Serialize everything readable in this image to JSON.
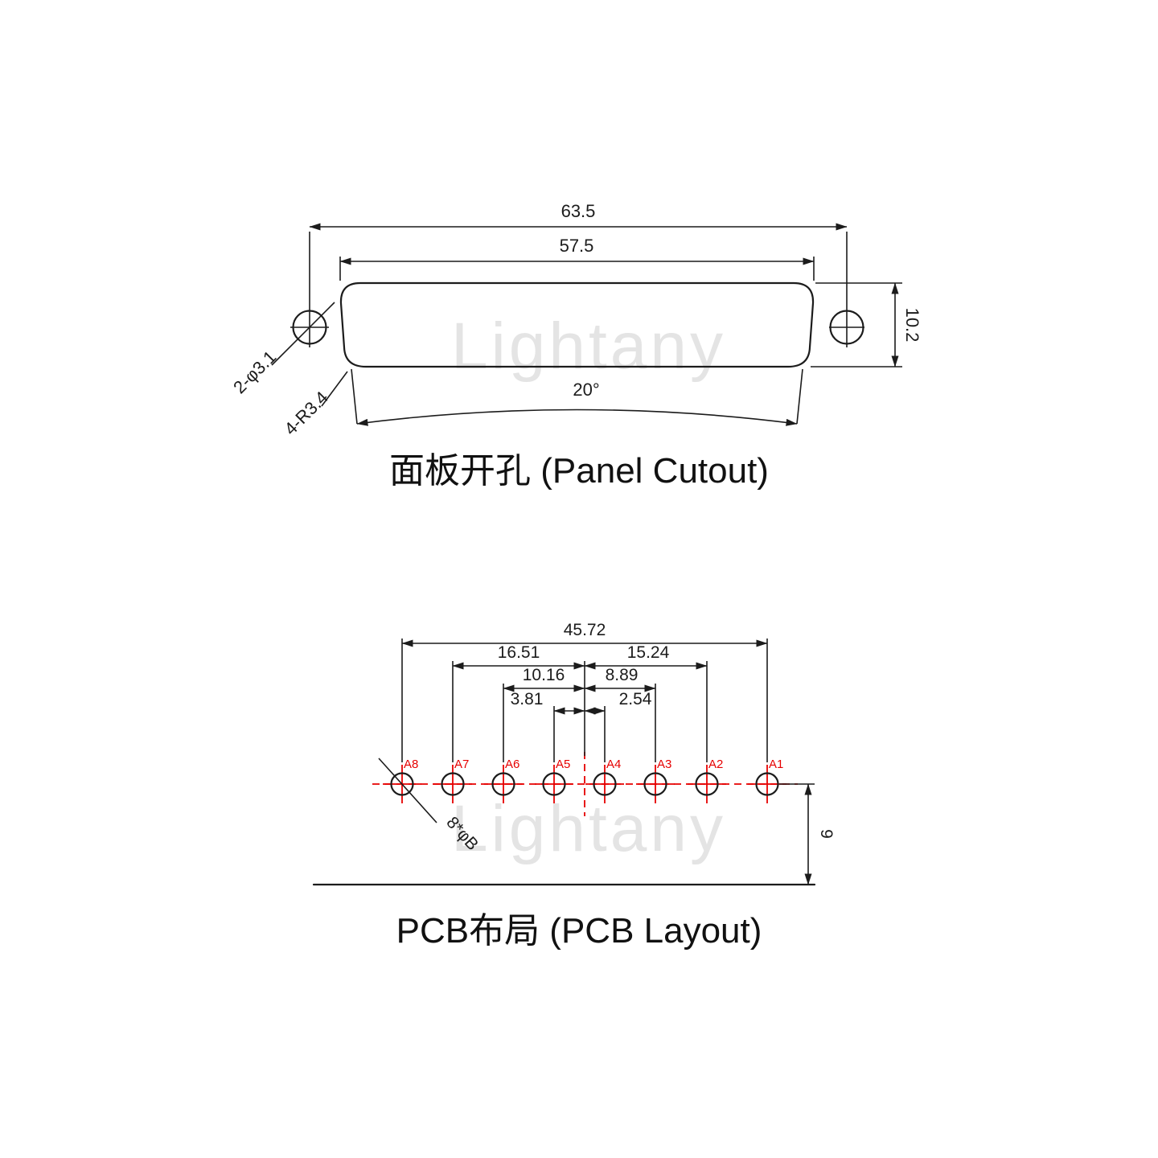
{
  "watermark_text": "Lightany",
  "panel_cutout": {
    "title": "面板开孔 (Panel Cutout)",
    "dim_outer_width": "63.5",
    "dim_inner_width": "57.5",
    "dim_height": "10.2",
    "dim_angle": "20°",
    "label_mount_holes": "2-φ3.1",
    "label_corner_radius": "4-R3.4"
  },
  "pcb_layout": {
    "title": "PCB布局 (PCB Layout)",
    "dim_total_width": "45.72",
    "dim_left_outer": "16.51",
    "dim_right_outer": "15.24",
    "dim_left_mid": "10.16",
    "dim_right_mid": "8.89",
    "dim_left_inner": "3.81",
    "dim_right_inner": "2.54",
    "label_hole_diameter": "8*φB",
    "dim_edge_distance": "9",
    "holes": [
      {
        "label": "A8"
      },
      {
        "label": "A7"
      },
      {
        "label": "A6"
      },
      {
        "label": "A5"
      },
      {
        "label": "A4"
      },
      {
        "label": "A3"
      },
      {
        "label": "A2"
      },
      {
        "label": "A1"
      }
    ]
  },
  "colors": {
    "line": "#1c1c1c",
    "red": "#e60000",
    "watermark": "#e4e4e4"
  }
}
